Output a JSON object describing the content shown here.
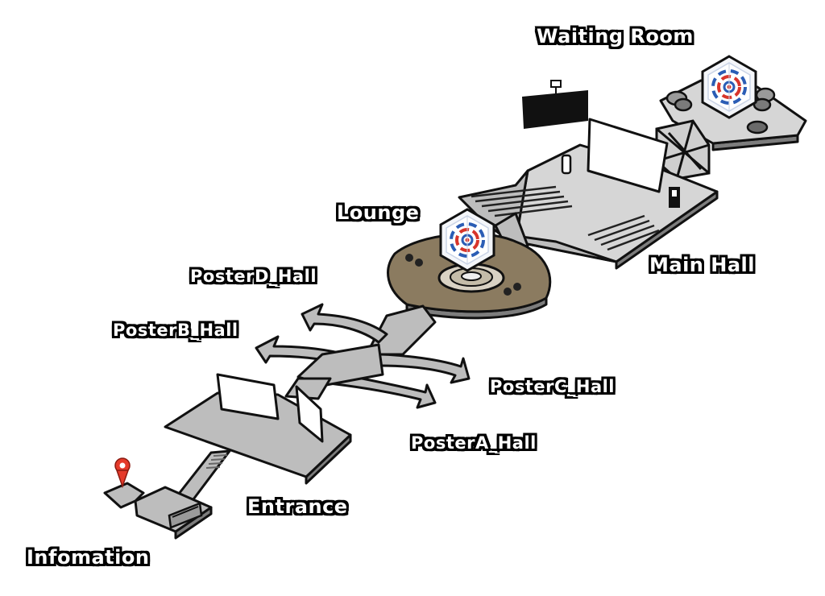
{
  "map": {
    "labels": {
      "waiting_room": "Waiting Room",
      "lounge": "Lounge",
      "main_hall": "Main Hall",
      "posterD_hall": "PosterD_Hall",
      "posterB_hall": "PosterB_Hall",
      "posterC_hall": "PosterC_Hall",
      "posterA_hall": "PosterA_Hall",
      "entrance": "Entrance",
      "information": "Infomation"
    },
    "colors": {
      "floor": "#bdbdbd",
      "lounge_floor": "#8b7b60",
      "marker": "#e53a2a",
      "portal_blue": "#2b5db5",
      "portal_red": "#d8352b"
    },
    "icons": [
      "location-pin-icon",
      "portal-icon",
      "portal-icon"
    ]
  }
}
